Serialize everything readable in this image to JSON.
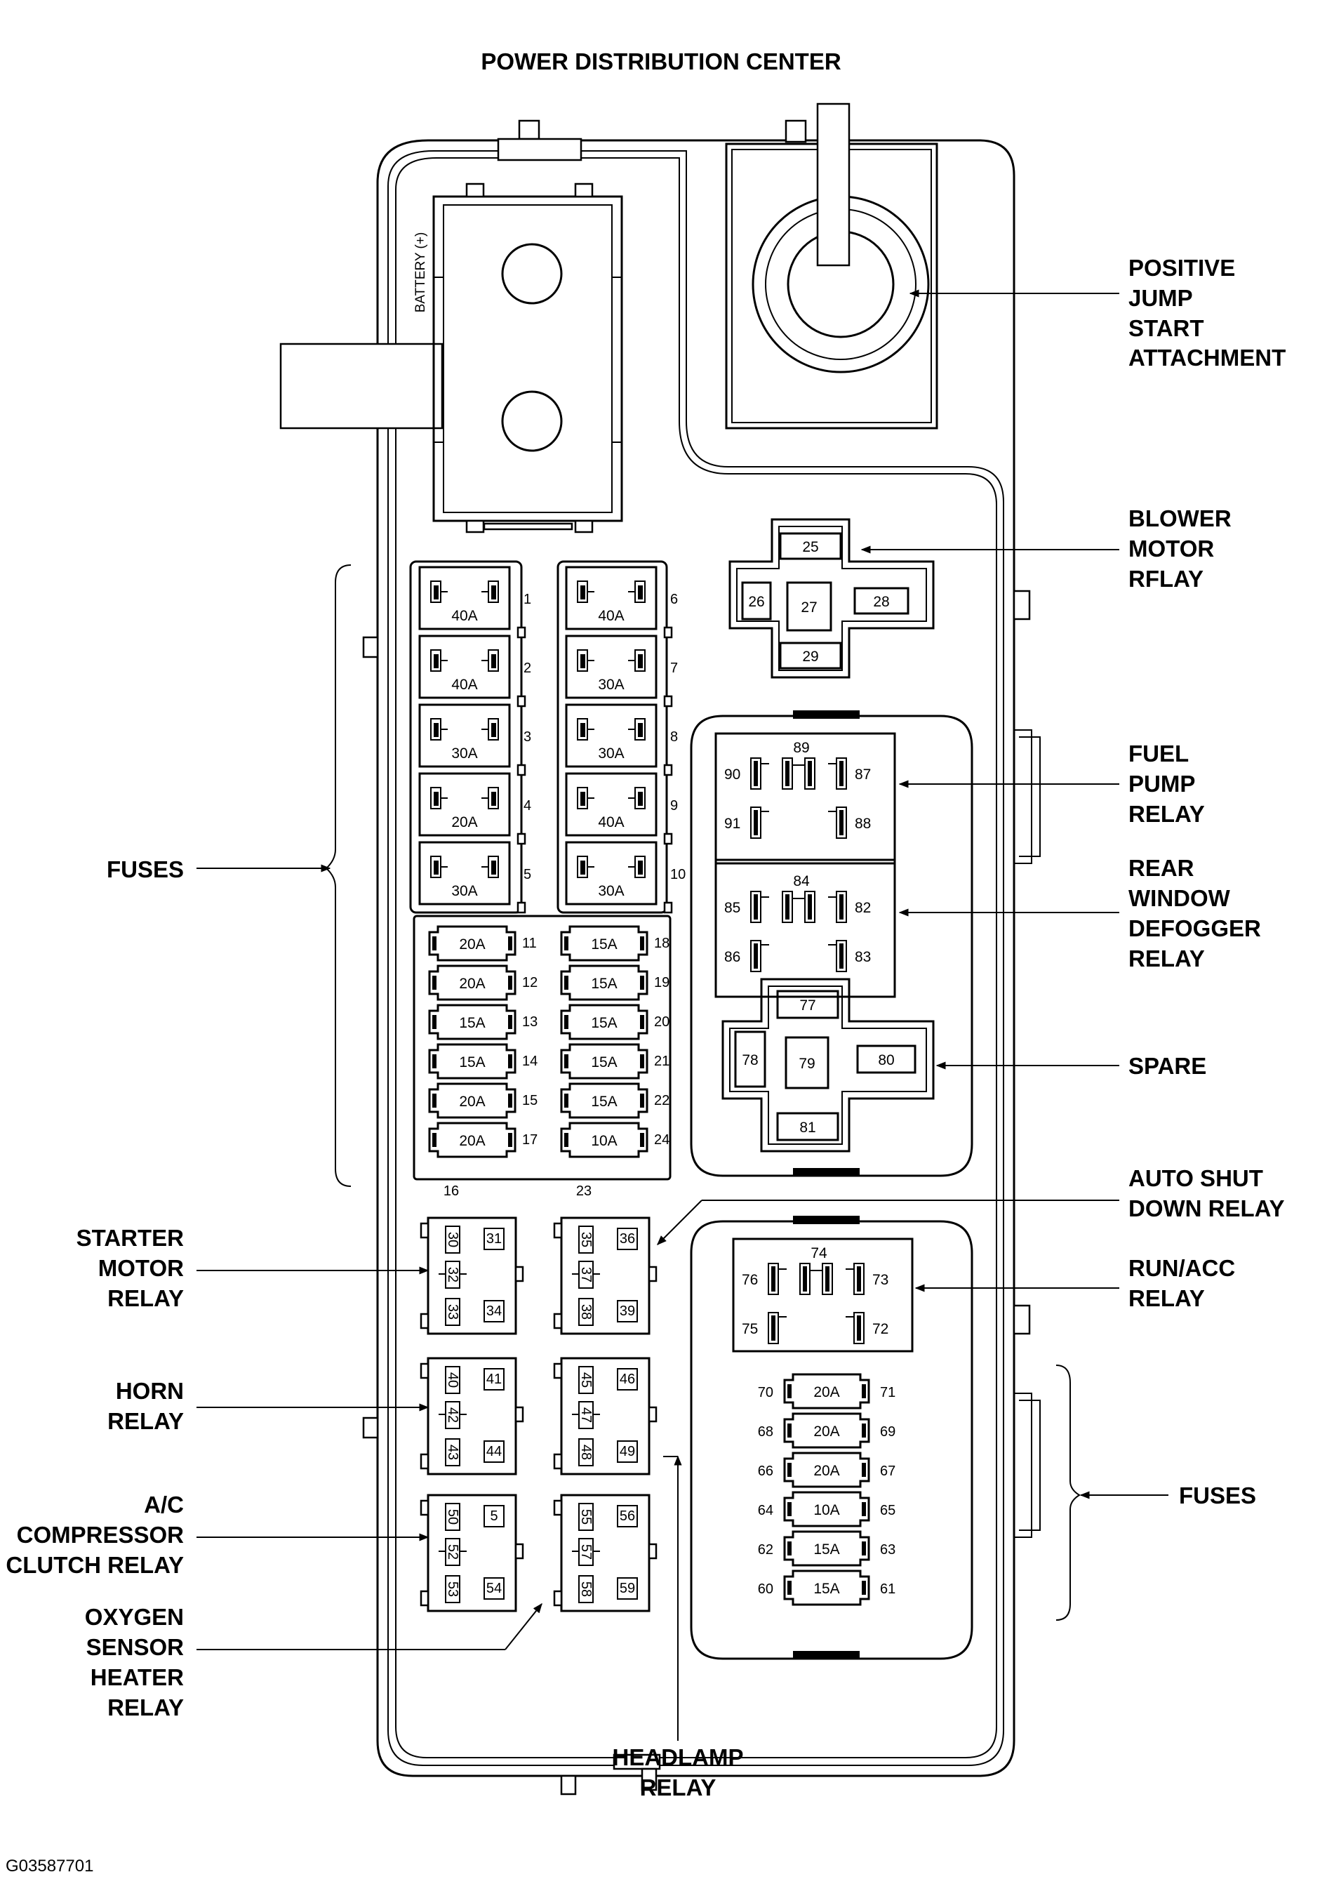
{
  "title": "POWER DISTRIBUTION CENTER",
  "figure_id": "G03587701",
  "battery_label": "BATTERY (+)",
  "labels": {
    "positive_jump": [
      "POSITIVE",
      "JUMP",
      "START",
      "ATTACHMENT"
    ],
    "blower": [
      "BLOWER",
      "MOTOR",
      "RFLAY"
    ],
    "fuel_pump": [
      "FUEL",
      "PUMP",
      "RELAY"
    ],
    "rear_window": [
      "REAR",
      "WINDOW",
      "DEFOGGER",
      "RELAY"
    ],
    "spare": [
      "SPARE"
    ],
    "auto_shut": [
      "AUTO SHUT",
      "DOWN RELAY"
    ],
    "run_acc": [
      "RUN/ACC",
      "RELAY"
    ],
    "fuses_right": [
      "FUSES"
    ],
    "fuses_left": [
      "FUSES"
    ],
    "starter": [
      "STARTER",
      "MOTOR",
      "RELAY"
    ],
    "horn": [
      "HORN",
      "RELAY"
    ],
    "ac": [
      "A/C",
      "COMPRESSOR",
      "CLUTCH RELAY"
    ],
    "oxygen": [
      "OXYGEN",
      "SENSOR",
      "HEATER",
      "RELAY"
    ],
    "headlamp": [
      "HEADLAMP",
      "RELAY"
    ]
  },
  "maxi_fuses": [
    {
      "num": "1",
      "amp": "40A"
    },
    {
      "num": "2",
      "amp": "40A"
    },
    {
      "num": "3",
      "amp": "30A"
    },
    {
      "num": "4",
      "amp": "20A"
    },
    {
      "num": "5",
      "amp": "30A"
    },
    {
      "num": "6",
      "amp": "40A"
    },
    {
      "num": "7",
      "amp": "30A"
    },
    {
      "num": "8",
      "amp": "30A"
    },
    {
      "num": "9",
      "amp": "40A"
    },
    {
      "num": "10",
      "amp": "30A"
    }
  ],
  "mini_fuses_left": [
    {
      "num": "11",
      "amp": "20A"
    },
    {
      "num": "12",
      "amp": "20A"
    },
    {
      "num": "13",
      "amp": "15A"
    },
    {
      "num": "14",
      "amp": "15A"
    },
    {
      "num": "15",
      "amp": "20A"
    },
    {
      "num": "17",
      "amp": "20A"
    }
  ],
  "mini_fuses_right": [
    {
      "num": "18",
      "amp": "15A"
    },
    {
      "num": "19",
      "amp": "15A"
    },
    {
      "num": "20",
      "amp": "15A"
    },
    {
      "num": "21",
      "amp": "15A"
    },
    {
      "num": "22",
      "amp": "15A"
    },
    {
      "num": "24",
      "amp": "10A"
    }
  ],
  "mini_fuse_col_labels": [
    "16",
    "23"
  ],
  "lower_fuses": [
    {
      "left": "70",
      "amp": "20A",
      "right": "71"
    },
    {
      "left": "68",
      "amp": "20A",
      "right": "69"
    },
    {
      "left": "66",
      "amp": "20A",
      "right": "67"
    },
    {
      "left": "64",
      "amp": "10A",
      "right": "65"
    },
    {
      "left": "62",
      "amp": "15A",
      "right": "63"
    },
    {
      "left": "60",
      "amp": "15A",
      "right": "61"
    }
  ],
  "blower_cavities": [
    "25",
    "26",
    "27",
    "28",
    "29"
  ],
  "spare_cavities": [
    "77",
    "78",
    "79",
    "80",
    "81"
  ],
  "fuel_pump_terminals": [
    "89",
    "90",
    "87",
    "91",
    "88"
  ],
  "rear_window_terminals": [
    "84",
    "85",
    "82",
    "86",
    "83"
  ],
  "run_acc_terminals": [
    "74",
    "76",
    "73",
    "75",
    "72"
  ],
  "small_relays": {
    "starter": [
      "30",
      "31",
      "32",
      "33",
      "34"
    ],
    "auto_shut": [
      "35",
      "36",
      "37",
      "38",
      "39"
    ],
    "horn": [
      "40",
      "41",
      "42",
      "43",
      "44"
    ],
    "headlamp_upper": [
      "45",
      "46",
      "47",
      "48",
      "49"
    ],
    "ac": [
      "50",
      "5",
      "52",
      "53",
      "54"
    ],
    "headlamp_lower": [
      "55",
      "56",
      "57",
      "58",
      "59"
    ]
  }
}
